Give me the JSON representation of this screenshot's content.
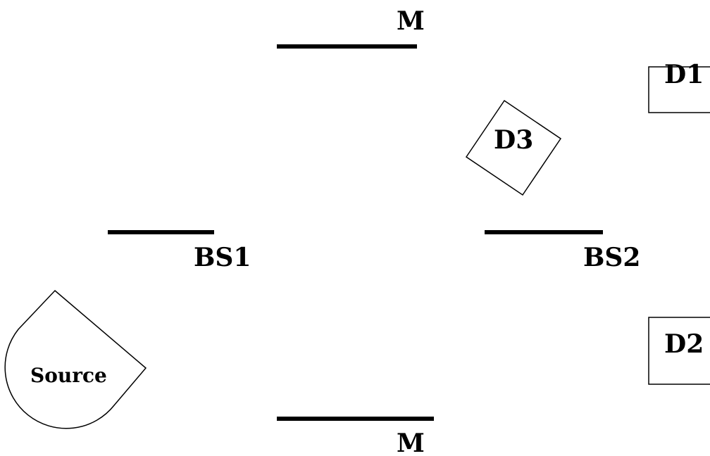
{
  "diagram": {
    "mirror_top": {
      "label": "M"
    },
    "mirror_bottom": {
      "label": "M"
    },
    "beam_splitter_1": {
      "label": "BS1"
    },
    "beam_splitter_2": {
      "label": "BS2"
    },
    "detector_1": {
      "label": "D1"
    },
    "detector_2": {
      "label": "D2"
    },
    "detector_3": {
      "label": "D3"
    },
    "source": {
      "label": "Source"
    }
  },
  "colors": {
    "ink": "#000000",
    "background": "#ffffff"
  }
}
